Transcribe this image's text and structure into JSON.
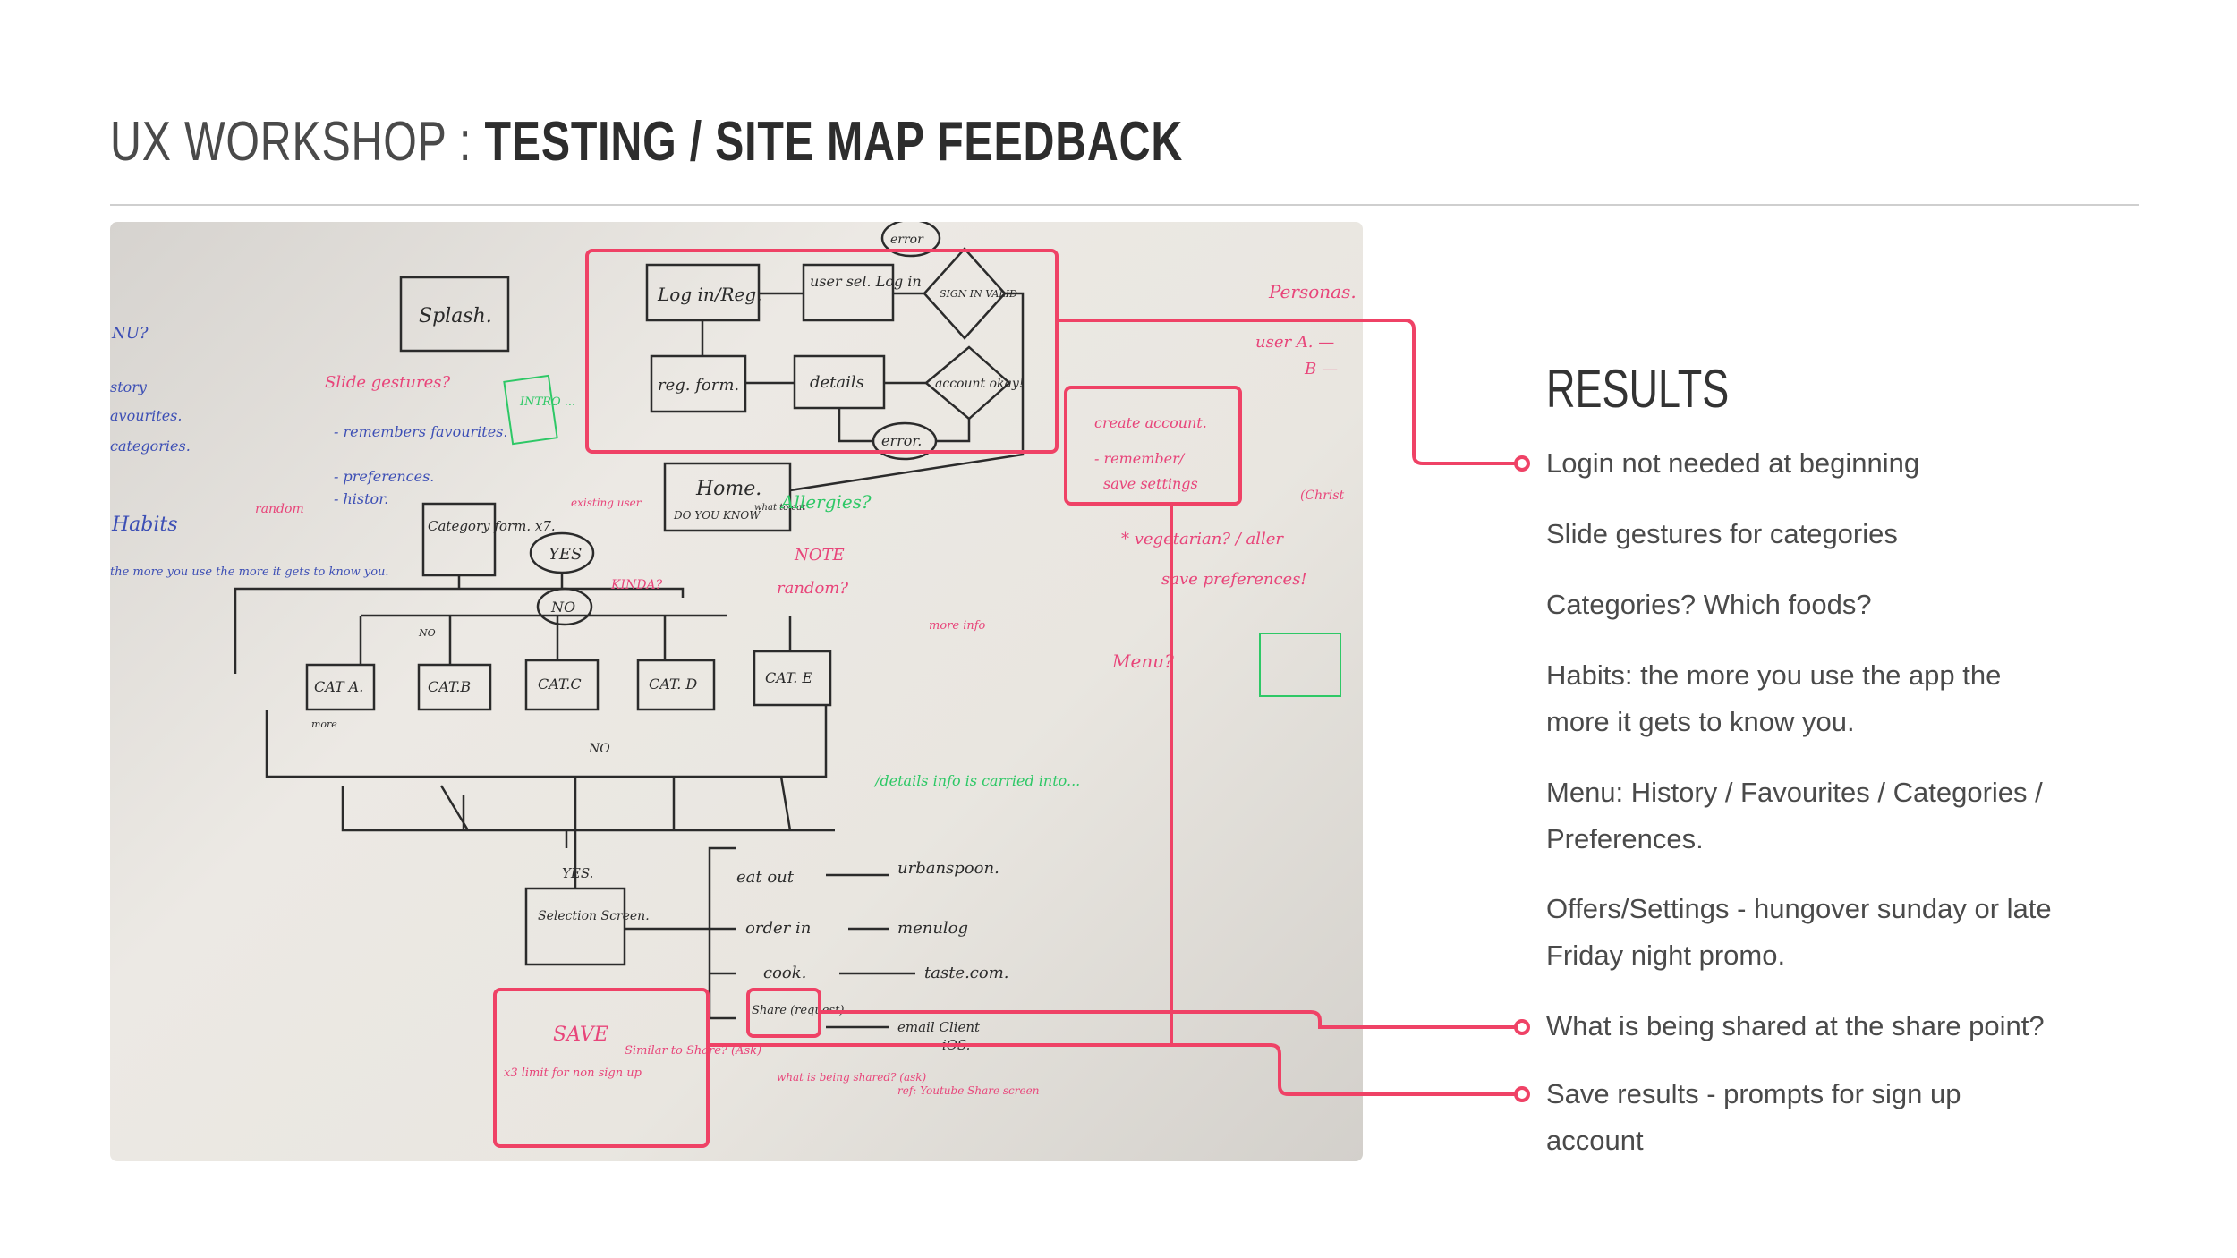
{
  "slide": {
    "title_prefix": "UX WORKSHOP : ",
    "title_suffix": "TESTING / SITE MAP FEEDBACK"
  },
  "results": {
    "heading": "RESULTS",
    "items": [
      "Login not needed at beginning",
      "Slide gestures for categories",
      "Categories? Which foods?",
      "Habits: the more you use the app the more it gets to know you.",
      "Menu: History / Favourites / Categories / Preferences.",
      "Offers/Settings - hungover sunday or late Friday night promo.",
      "What is being shared at the share point?",
      "Save results - prompts for sign up account"
    ]
  },
  "whiteboard": {
    "splash": "Splash.",
    "login": "Log in/Reg.",
    "user_sel": "user sel. Log in",
    "sign_in": "SIGN IN VALID",
    "error_top": "error",
    "reg_form": "reg. form.",
    "details": "details",
    "account_okay": "account okay!",
    "error_bottom": "error.",
    "home": "Home.",
    "do_you_know": "DO YOU KNOW",
    "what_to_eat": "what to eat",
    "allergies": "Allergies?",
    "category_form": "Category form. x7.",
    "yes_top": "YES",
    "no_mid": "NO",
    "kinda": "KINDA?",
    "note": "NOTE",
    "random": "random?",
    "more_info": "more info",
    "cat_a": "CAT A.",
    "cat_b": "CAT.B",
    "cat_c": "CAT.C",
    "cat_d": "CAT. D",
    "cat_e": "CAT. E",
    "more": "more",
    "no_small": "NO",
    "no_bottom": "NO",
    "yes_bottom": "YES.",
    "selection": "Selection Screen.",
    "eat_out": "eat out",
    "urbanspoon": "urbanspoon.",
    "order_in": "order in",
    "menulog": "menulog",
    "cook": "cook.",
    "taste": "taste.com.",
    "share": "Share (request)",
    "email": "email Client",
    "ios": "- iOS.",
    "save": "SAVE",
    "similar_share": "Similar to Share? (Ask)",
    "limit": "x3 limit for non sign up",
    "what_shared": "what is being shared? (ask)",
    "youtube": "ref: Youtube Share screen",
    "details_info": "/details info is carried into...",
    "slide_gestures": "Slide gestures?",
    "remembers": "- remembers favourites.",
    "preferences": "- preferences.",
    "histor": "- histor.",
    "intro": "INTRO ...",
    "random_side": "random",
    "existing_user": "existing user",
    "persona": "Personas.",
    "user_a": "user A. —",
    "user_b": "B —",
    "create_account": "create account.",
    "remember": "- remember/",
    "save_settings": "save settings",
    "vegetarian": "* vegetarian? / aller",
    "save_preferences": "save preferences!",
    "christ": "(Christ",
    "menu_q": "Menu?",
    "menu_left": "NU?",
    "story": "story",
    "favourites_left": "avourites.",
    "categories_left": "categories.",
    "habits": "Habits",
    "the_more": "the more you use the more it gets to know you."
  }
}
